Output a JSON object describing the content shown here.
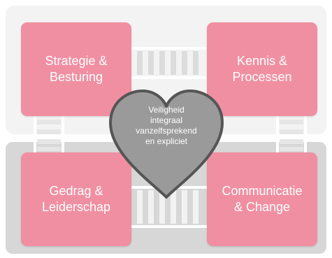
{
  "colors": {
    "box_fill": "#f08fa2",
    "heart_fill": "#9a9a9a",
    "heart_stroke": "#555555",
    "top_panel": "#f3f3f3",
    "bottom_panel": "#d7d7d7"
  },
  "boxes": {
    "top_left": "Strategie &\nBesturing",
    "top_right": "Kennis &\nProcessen",
    "bottom_left": "Gedrag &\nLeiderschap",
    "bottom_right": "Communicatie\n& Change"
  },
  "center": {
    "text": "Veiligheid\nintegraal\nvanzelfsprekend\nen expliciet",
    "icon": "heart-icon"
  }
}
